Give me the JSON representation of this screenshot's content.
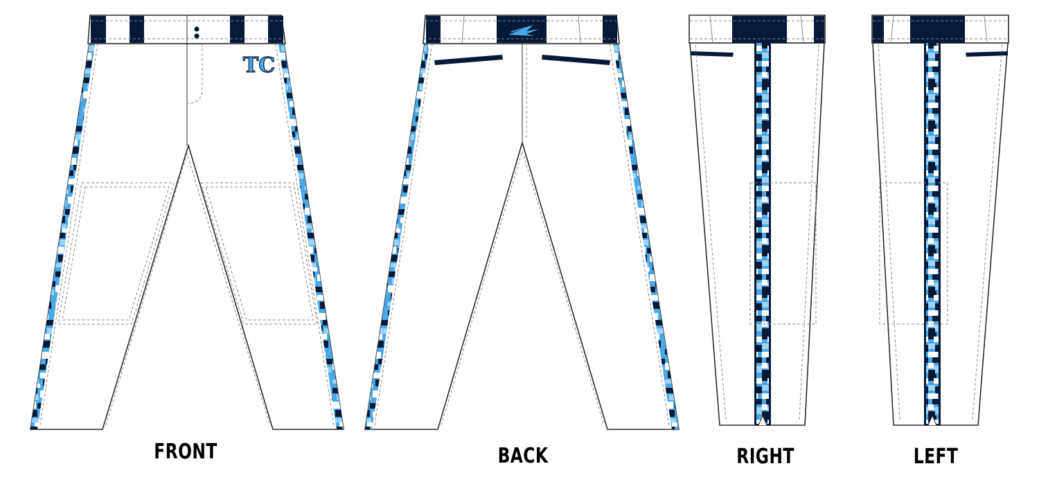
{
  "views": [
    {
      "id": "front",
      "label": "FRONT"
    },
    {
      "id": "back",
      "label": "BACK"
    },
    {
      "id": "right",
      "label": "RIGHT"
    },
    {
      "id": "left",
      "label": "LEFT"
    }
  ],
  "logo_text": "TC",
  "colors": {
    "navy": "#061a38",
    "light_blue": "#4aa8e6",
    "sky": "#9dd3f4",
    "outline": "#2a2a2a",
    "stitch": "#888888",
    "pant": "#ffffff"
  },
  "icons": [
    "brand-mark-icon",
    "button-icon"
  ]
}
